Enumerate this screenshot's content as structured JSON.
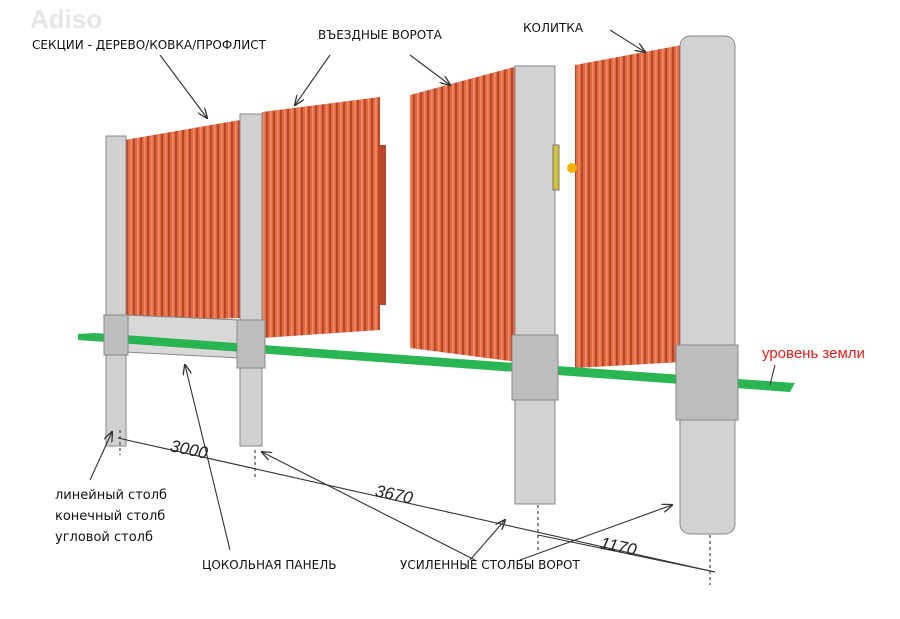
{
  "watermark": "Adiso",
  "labels": {
    "sections": "СЕКЦИИ - ДЕРЕВО/КОВКА/ПРОФЛИСТ",
    "gates": "ВЪЕЗДНЫЕ ВОРОТА",
    "wicket": "КОЛИТКА",
    "ground_level": "уровень земли",
    "plinth_panel": "ЦОКОЛЬНАЯ ПАНЕЛЬ",
    "gate_posts": "УСИЛЕННЫЕ СТОЛБЫ ВОРОТ",
    "post_types": [
      "линейный столб",
      "конечный столб",
      "угловой столб"
    ]
  },
  "dimensions": {
    "section": "3000",
    "gate": "3670",
    "wicket": "1170"
  },
  "colors": {
    "sheet": "#e0673f",
    "post": "#cfcfcf",
    "ground": "#1fb24a",
    "ground_label": "#e0201a"
  }
}
